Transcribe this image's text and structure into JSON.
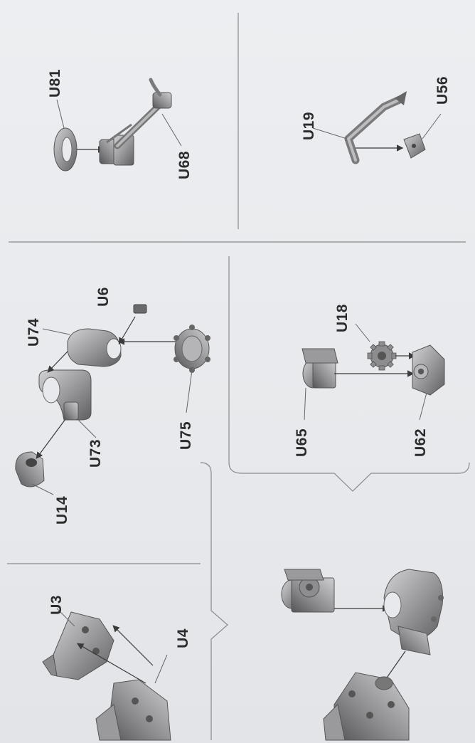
{
  "labels": {
    "u81": "U81",
    "u68": "U68",
    "u19": "U19",
    "u56": "U56",
    "u6": "U6",
    "u74": "U74",
    "u73": "U73",
    "u75": "U75",
    "u14": "U14",
    "u18": "U18",
    "u65": "U65",
    "u62": "U62",
    "u3": "U3",
    "u4": "U4"
  },
  "colors": {
    "part": "#8e8e90",
    "part_dark": "#5d5d60",
    "part_light": "#c4c4c6",
    "line": "#7a7a7c",
    "arrow": "#3a3a3a"
  }
}
